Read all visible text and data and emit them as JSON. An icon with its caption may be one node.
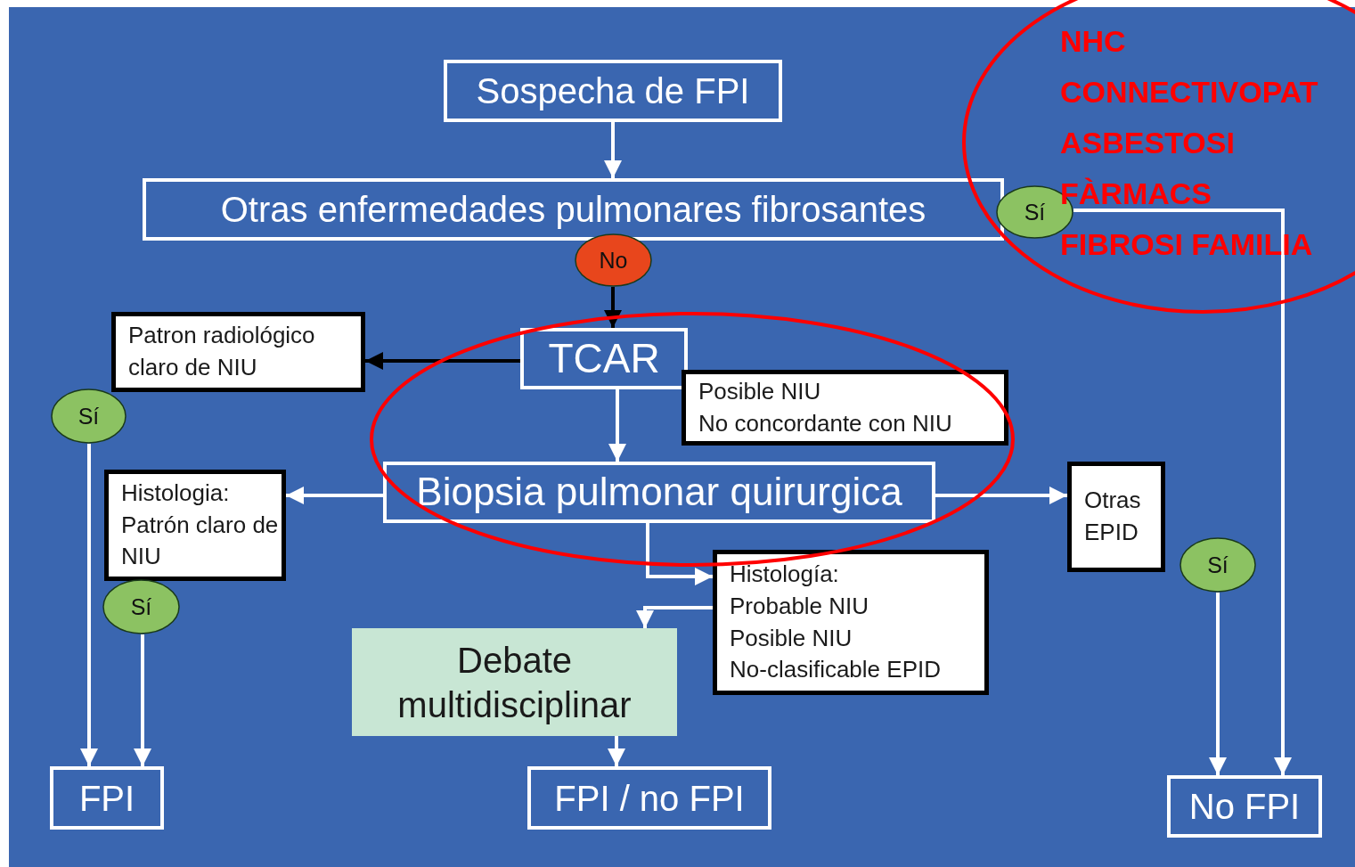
{
  "diagram": {
    "nodes": [
      {
        "text": [
          "Sospecha de FPI"
        ]
      },
      {
        "text": [
          "Otras enfermedades pulmonares fibrosantes"
        ]
      },
      {
        "text": [
          "No"
        ]
      },
      {
        "text": [
          "Sí"
        ]
      },
      {
        "text": [
          "TCAR"
        ]
      },
      {
        "text": [
          "Patron radiológico claro de NIU"
        ]
      },
      {
        "text": [
          "Sí"
        ]
      },
      {
        "text": [
          "Posible NIU",
          "No concordante con NIU"
        ]
      },
      {
        "text": [
          "Biopsia pulmonar quirurgica"
        ]
      },
      {
        "text": [
          "Histologia:",
          "Patrón claro de NIU"
        ]
      },
      {
        "text": [
          "Sí"
        ]
      },
      {
        "text": [
          "Otras EPID"
        ]
      },
      {
        "text": [
          "Sí"
        ]
      },
      {
        "text": [
          "Histología:",
          "Probable NIU",
          "Posible NIU",
          "No-clasificable EPID"
        ]
      },
      {
        "text": [
          "Debate multidisciplinar"
        ]
      },
      {
        "text": [
          "FPI"
        ]
      },
      {
        "text": [
          "FPI / no FPI"
        ]
      },
      {
        "text": [
          "No FPI"
        ]
      }
    ],
    "labels": [
      "NHC",
      "CONNECTIVOPAT",
      "ASBESTOSI",
      "FÀRMACS",
      "FIBROSI FAMILIA"
    ],
    "edges": [
      {
        "from": 0,
        "to": 1,
        "arrow": "to"
      },
      {
        "from": 2,
        "to": 4,
        "arrow": "to",
        "color": "#000000"
      },
      {
        "from": 3,
        "to": 17,
        "arrow": "to"
      },
      {
        "from": 4,
        "to": 5,
        "arrow": "to",
        "color": "#000000"
      },
      {
        "from": 4,
        "to": 8,
        "arrow": "to"
      },
      {
        "from": 6,
        "to": 15,
        "arrow": "to"
      },
      {
        "from": 8,
        "to": 9,
        "arrow": "to"
      },
      {
        "from": 8,
        "to": 11,
        "arrow": "to"
      },
      {
        "from": 8,
        "to": 13,
        "arrow": "to"
      },
      {
        "from": 13,
        "to": 14,
        "arrow": "to"
      },
      {
        "from": 10,
        "to": 15,
        "arrow": "to"
      },
      {
        "from": 12,
        "to": 17,
        "arrow": "to"
      },
      {
        "from": 14,
        "to": 16,
        "arrow": "to"
      }
    ]
  }
}
